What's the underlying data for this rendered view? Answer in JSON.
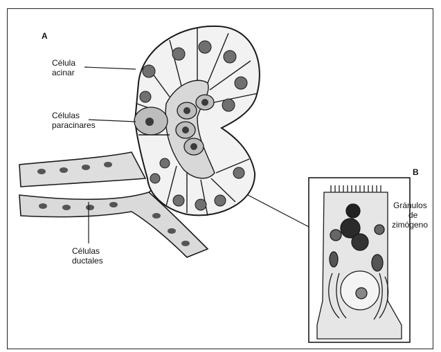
{
  "panels": {
    "a": "A",
    "b": "B"
  },
  "labels": {
    "acinar_1": "Célula",
    "acinar_2": "acinar",
    "paracinar_1": "Células",
    "paracinar_2": "paracinares",
    "ductal_1": "Células",
    "ductal_2": "ductales",
    "granules_1": "Gránulos",
    "granules_2": "de",
    "granules_3": "zimógeno"
  },
  "colors": {
    "stroke": "#1a1a1a",
    "fill_light": "#e9e9e9",
    "fill_cell": "#ffffff",
    "nucleus": "#6e6e6e",
    "dark": "#2a2a2a"
  }
}
